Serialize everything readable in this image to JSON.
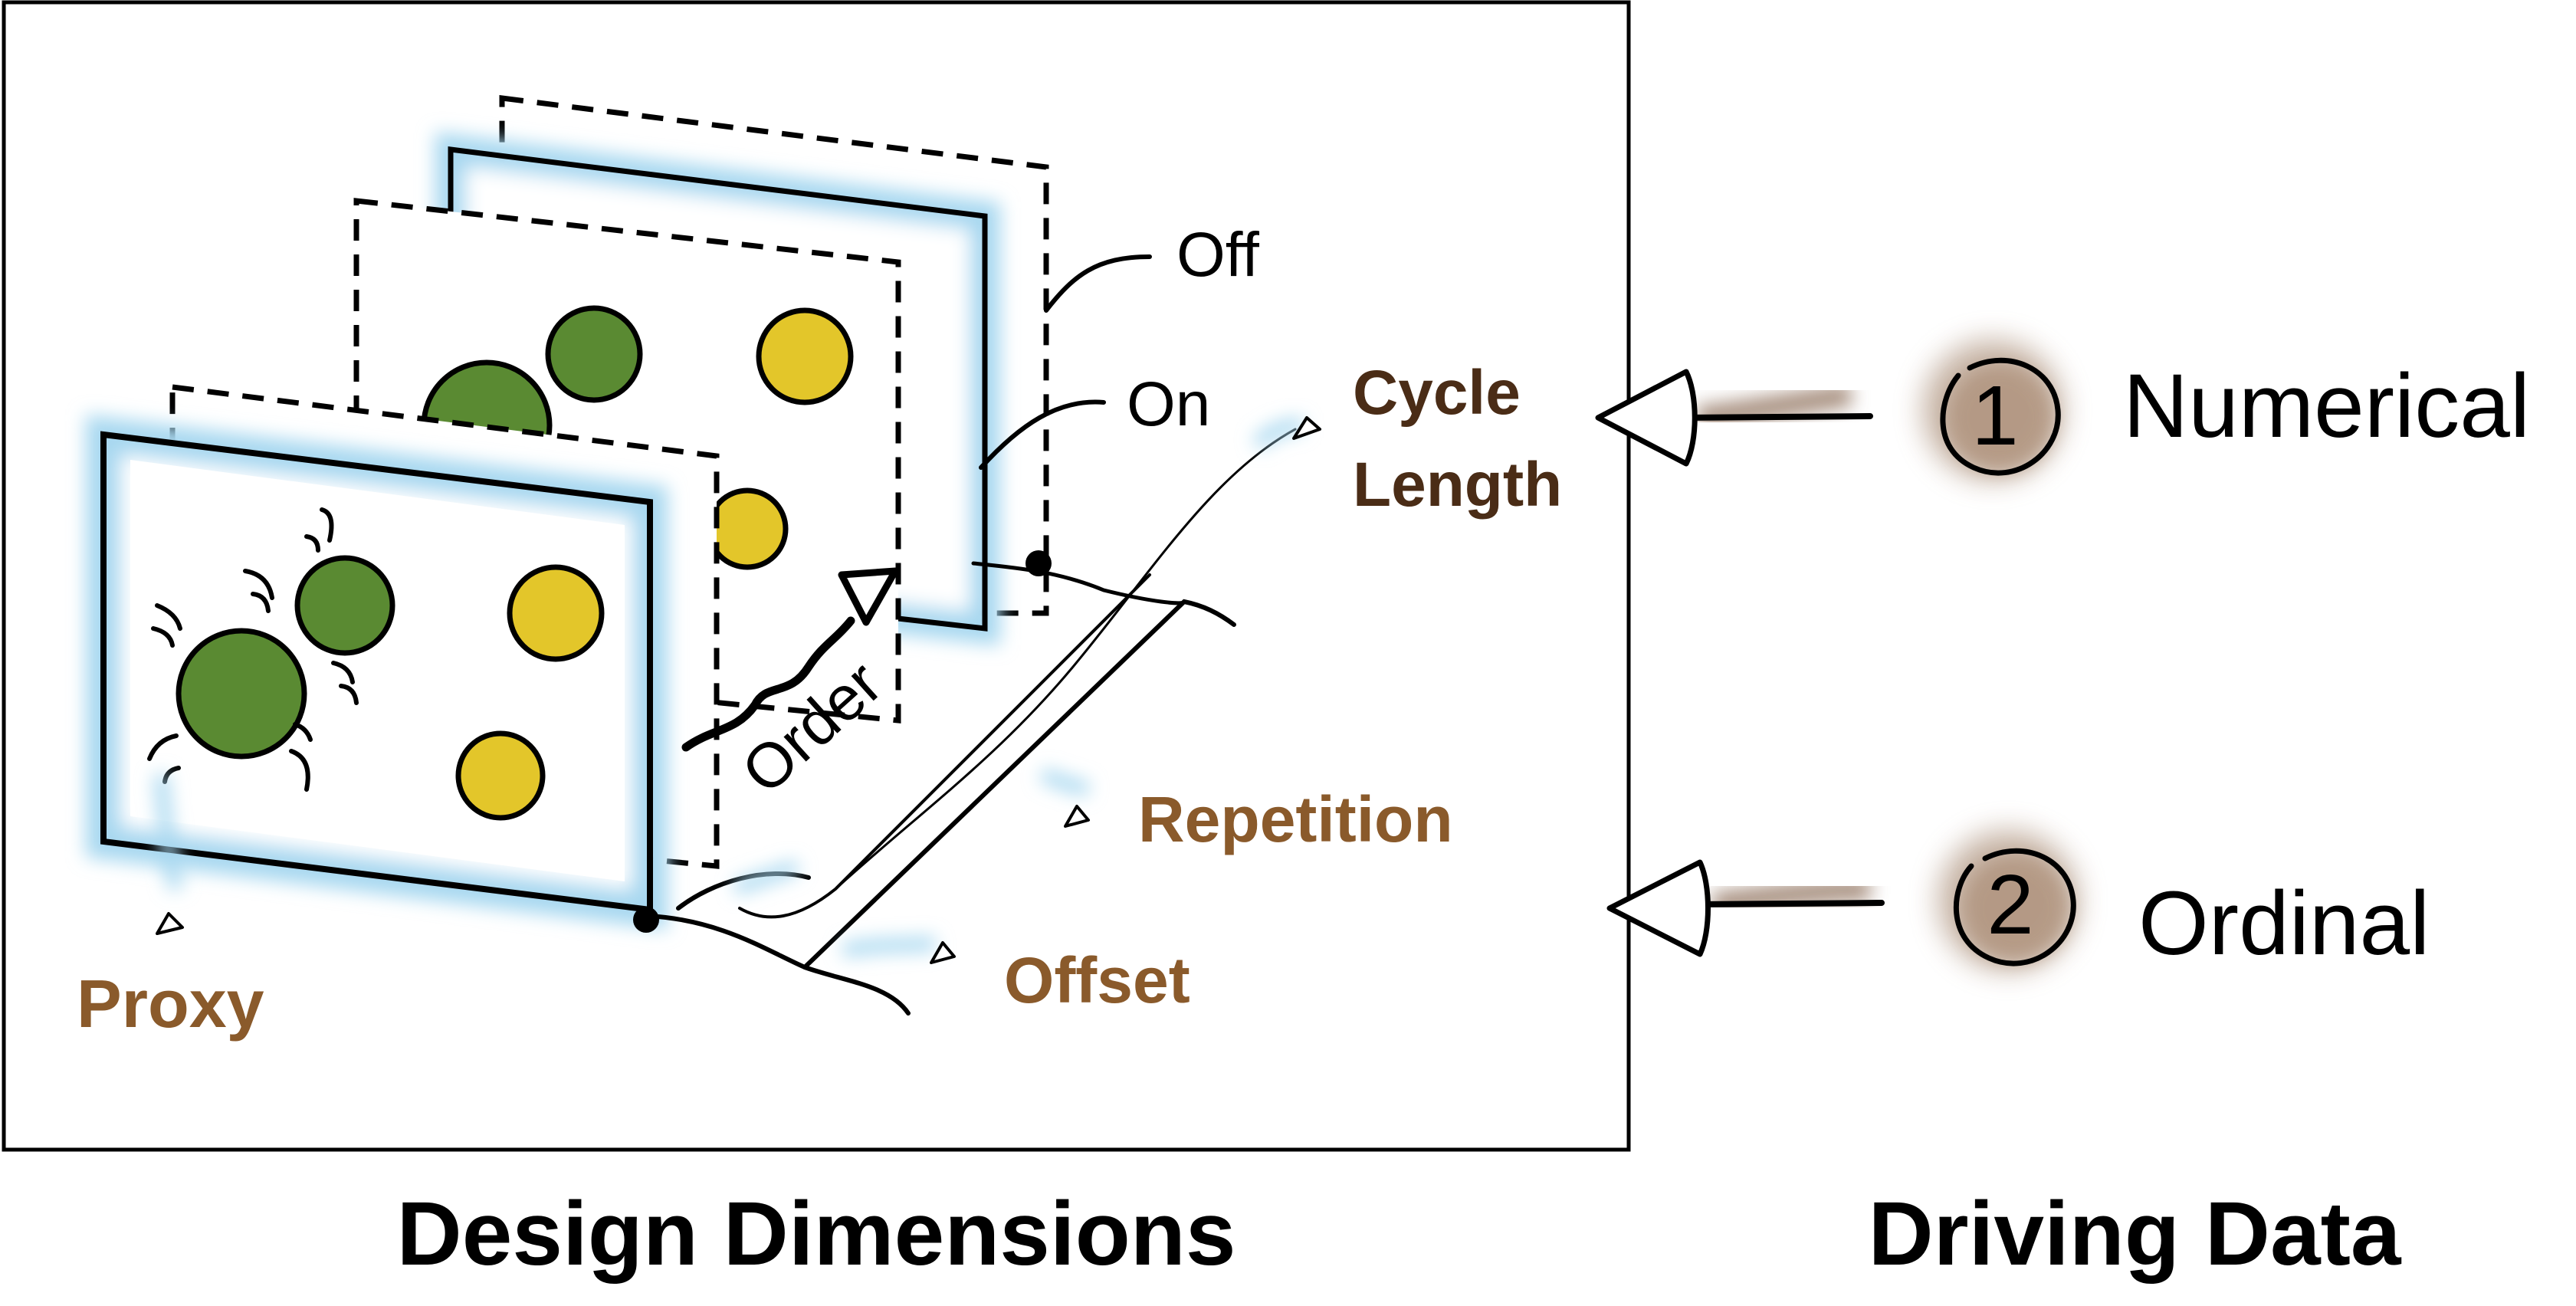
{
  "design": {
    "title": "Design Dimensions",
    "labels": {
      "off": "Off",
      "on": "On",
      "order": "Order",
      "cycle_length_1": "Cycle",
      "cycle_length_2": "Length",
      "repetition": "Repetition",
      "offset": "Offset",
      "proxy": "Proxy"
    }
  },
  "driving": {
    "title": "Driving Data",
    "items": [
      {
        "number": "1",
        "label": "Numerical"
      },
      {
        "number": "2",
        "label": "Ordinal"
      }
    ]
  },
  "colors": {
    "green": "#5a8a32",
    "yellow": "#e3c62a",
    "glow": "#a8d8f0",
    "brown_label": "#8a5a2b",
    "dark_label": "#4a2c16",
    "badge": "#9b7a60"
  }
}
